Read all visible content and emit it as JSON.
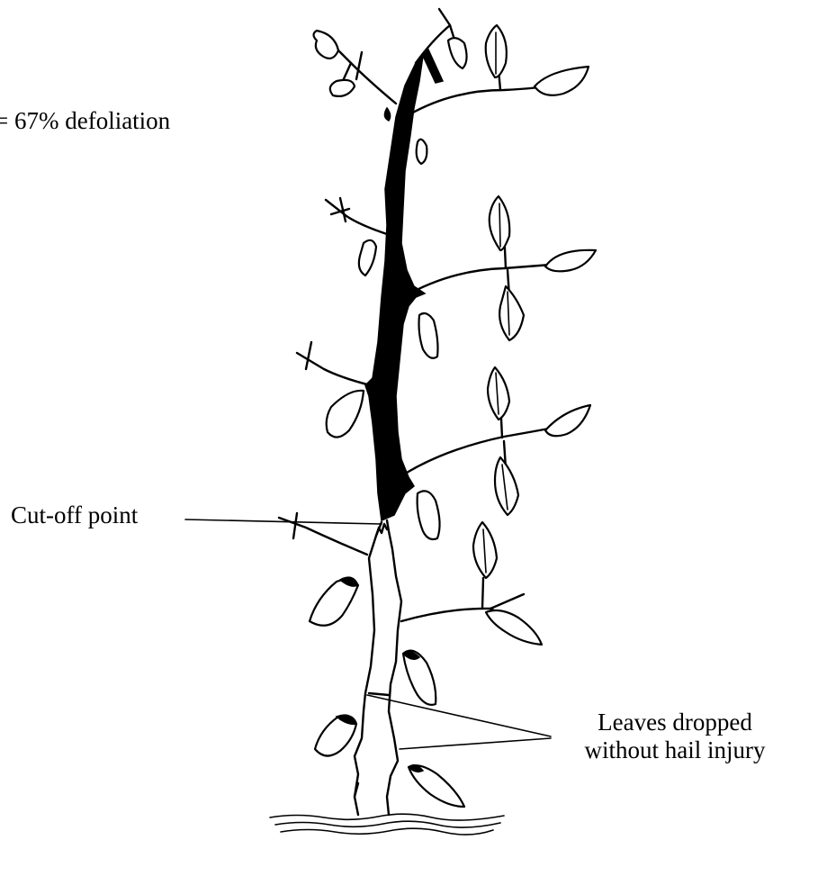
{
  "labels": {
    "defoliation": "= 67% defoliation",
    "cutoff": "Cut-off point",
    "dropped_line1": "Leaves dropped",
    "dropped_line2": "without hail injury"
  }
}
